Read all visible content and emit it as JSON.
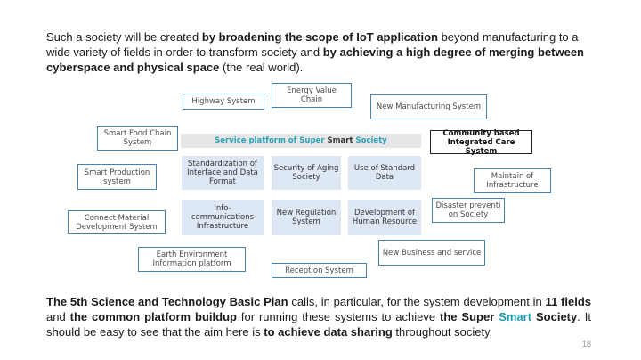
{
  "intro": {
    "p1": "Such a society will be created ",
    "b1": "by broadening the scope of IoT application",
    "p2": " beyond manufacturing to a wide variety of fields in order to transform society and ",
    "b2": "by achieving a high degree of merging between cyberspace and physical space",
    "p3": " (the real world)."
  },
  "diagram": {
    "systems": {
      "highway": "Highway System",
      "energy": "Energy Value Chain",
      "manufacturing": "New Manufacturing System",
      "food": "Smart Food Chain System",
      "community": "Community based Integrated Care System",
      "production": "Smart Production system",
      "infrastructure": "Maintain of Infrastructure",
      "material": "Connect Material Development System",
      "disaster": "Disaster preventi on Society",
      "earth": "Earth Environment Information platform",
      "business": "New Business and service",
      "reception": "Reception System"
    },
    "platform": {
      "part1": "Service platform of Super",
      "part2": "Smart",
      "part3": "Society"
    },
    "cells": [
      "Standardization of Interface and Data Format",
      "Security of Aging Society",
      "Use of Standard Data",
      "Info-communications Infrastructure",
      "New Regulation System",
      "Development of Human Resource"
    ]
  },
  "outro": {
    "b1": "The 5th Science and Technology Basic Plan",
    "p1": " calls, in particular, for the system development in ",
    "b2": "11 fields",
    "p2": " and ",
    "b3": "the common platform buildup",
    "p3": " for running these systems to achieve ",
    "b4": "the Super",
    "a1": "Smart",
    "b5": "Society",
    "p4": ". It should be easy to see that the aim here is ",
    "b6": "to achieve data sharing",
    "p5": " throughout society."
  },
  "page_number": "18",
  "colors": {
    "accent": "#1a9bb0",
    "box_border": "#4a7fb3",
    "cell_fill": "#dde8f4"
  }
}
